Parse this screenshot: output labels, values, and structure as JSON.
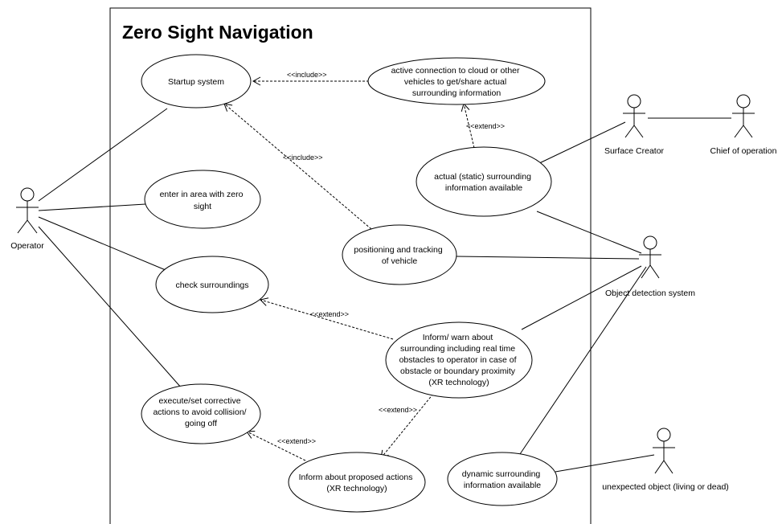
{
  "system": {
    "title": "Zero Sight Navigation"
  },
  "actors": {
    "operator": "Operator",
    "surface_creator": "Surface Creator",
    "chief_of_operation": "Chief of operation",
    "object_detection_system": "Object detection system",
    "unexpected_object": "unexpected object (living or dead)"
  },
  "use_cases": {
    "startup": [
      "Startup system"
    ],
    "active_connection": [
      "active connection to cloud or other",
      "vehicles to get/share actual",
      "surrounding information"
    ],
    "static_surrounding": [
      "actual (static) surrounding",
      "information available"
    ],
    "enter_area": [
      "enter in area with zero",
      "sight"
    ],
    "positioning": [
      "positioning and tracking",
      "of vehicle"
    ],
    "check_surroundings": [
      "check surroundings"
    ],
    "inform_warn": [
      "Inform/ warn about",
      "surrounding including real time",
      "obstacles to operator in case of",
      "obstacle or boundary proximity",
      "(XR technology)"
    ],
    "execute_actions": [
      "execute/set corrective",
      "actions to avoid collision/",
      "going off"
    ],
    "inform_actions": [
      "Inform about proposed actions",
      "(XR technology)"
    ],
    "dynamic_surrounding": [
      "dynamic surrounding",
      "information available"
    ]
  },
  "relations": {
    "include_1": "<<include>>",
    "include_2": "<<include>>",
    "extend_1": "<<extend>>",
    "extend_2": "<<extend>>",
    "extend_3": "<<extend>>",
    "extend_4": "<<extend>>"
  }
}
